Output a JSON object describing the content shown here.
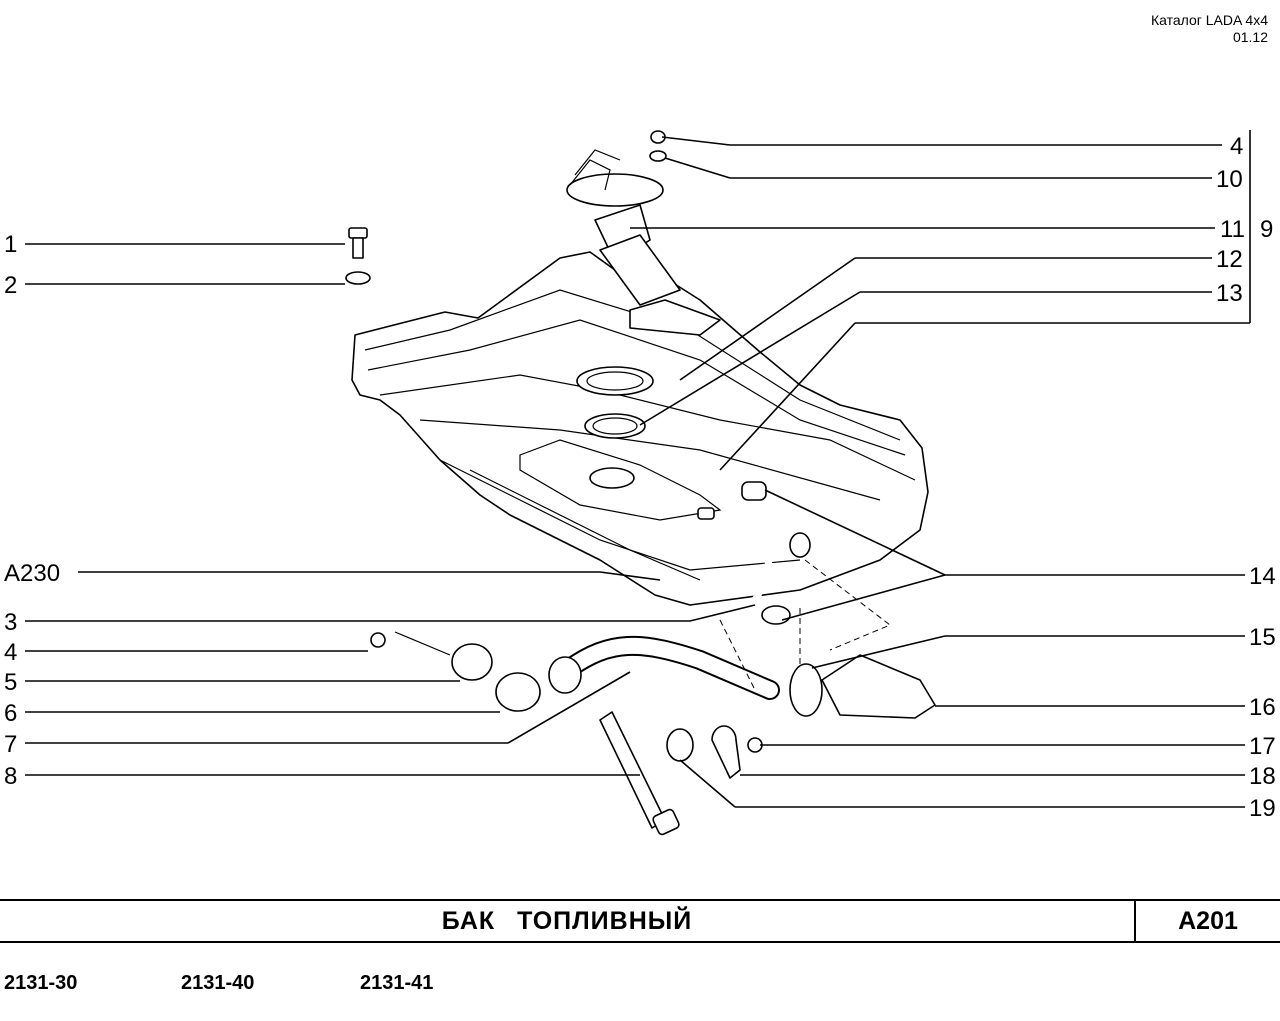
{
  "header": {
    "catalog": "Каталог  LADA  4x4",
    "date": "01.12"
  },
  "callouts_left": [
    "1",
    "2",
    "A230",
    "3",
    "4",
    "5",
    "6",
    "7",
    "8"
  ],
  "callouts_right": [
    "4",
    "10",
    "11",
    "12",
    "13",
    "14",
    "15",
    "16",
    "17",
    "18",
    "19"
  ],
  "group_label": "9",
  "footer": {
    "title": "БАК   ТОПЛИВНЫЙ",
    "code": "A201"
  },
  "models": [
    "2131-30",
    "2131-40",
    "2131-41"
  ]
}
